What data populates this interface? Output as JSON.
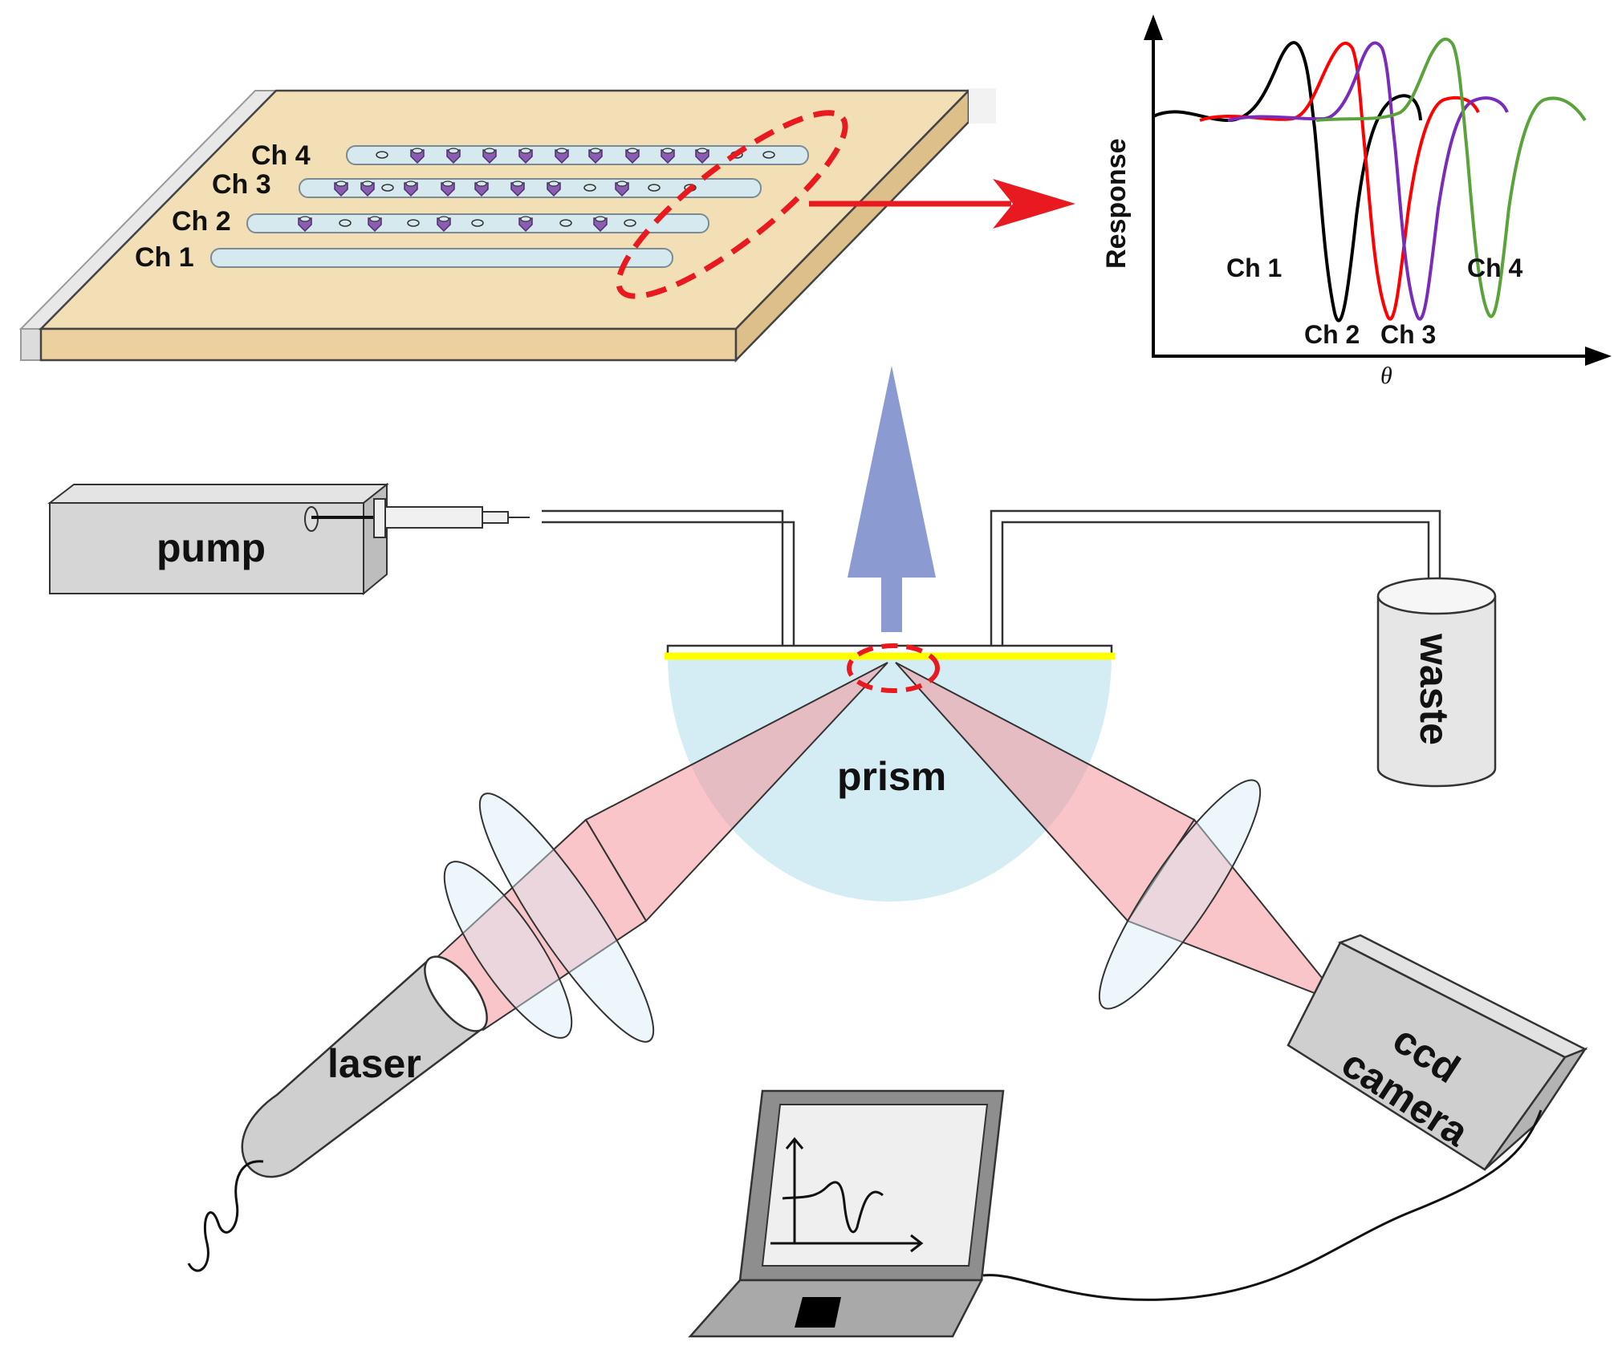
{
  "chip": {
    "channels": [
      {
        "label": "Ch 1"
      },
      {
        "label": "Ch 2"
      },
      {
        "label": "Ch 3"
      },
      {
        "label": "Ch 4"
      }
    ]
  },
  "plot": {
    "ylabel": "Response",
    "xlabel": "θ",
    "labels": {
      "ch1": "Ch 1",
      "ch2": "Ch 2",
      "ch3": "Ch 3",
      "ch4": "Ch 4"
    }
  },
  "apparatus": {
    "pump": "pump",
    "waste": "waste",
    "prism": "prism",
    "laser": "laser",
    "camera_line1": "ccd",
    "camera_line2": "camera"
  },
  "colors": {
    "chip_top": "#f3dfb6",
    "prism": "#d4ecf4",
    "beam": "#f4b3b6",
    "gold_film": "#ffff00",
    "dash_red": "#e8191f",
    "flow_arrow": "#8b9bd2",
    "ch1": "#000000",
    "ch2": "#ff0000",
    "ch3": "#7a2cb8",
    "ch4": "#5aa23a"
  }
}
